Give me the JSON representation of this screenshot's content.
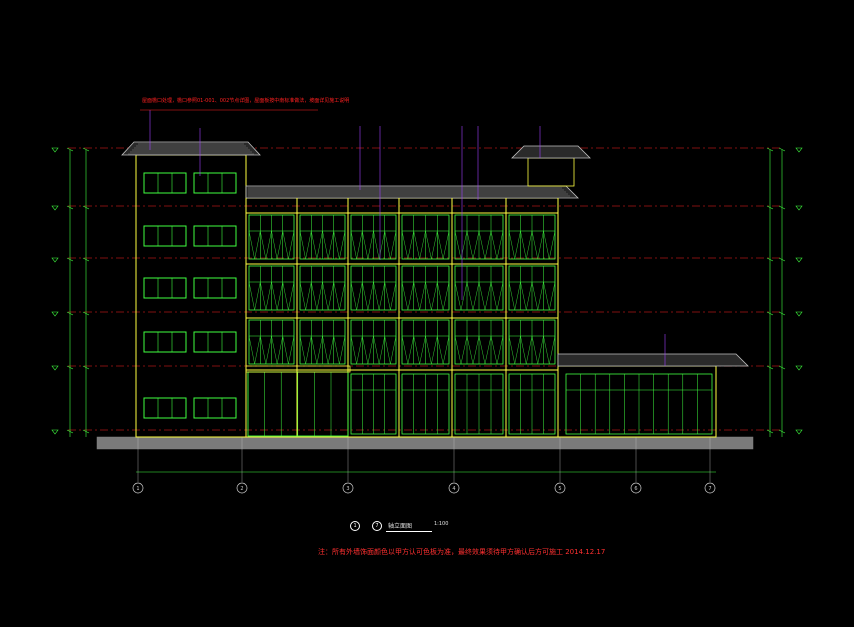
{
  "drawing": {
    "top_note": "屋面檐口处理，檐口参照01-001、002节点详图，屋面板按中南标准做法，坡面详见施工说明",
    "view_title": "轴立面图",
    "axis_range_start": "1",
    "axis_range_end": "7",
    "scale": "1:100",
    "footer_note": "注：所有外墙饰面颜色以甲方认可色板为准，最终效果须待甲方确认后方可施工 2014.12.17"
  },
  "axes": [
    "1",
    "2",
    "3",
    "4",
    "5",
    "6",
    "7"
  ],
  "colors": {
    "background": "#000000",
    "wall": "#ffff40",
    "window": "#40ff40",
    "level_line": "#ff2020",
    "roof": "#c0c0c0",
    "dimension": "#40ff40",
    "leader": "#a040ff",
    "text_red": "#ff2020"
  }
}
